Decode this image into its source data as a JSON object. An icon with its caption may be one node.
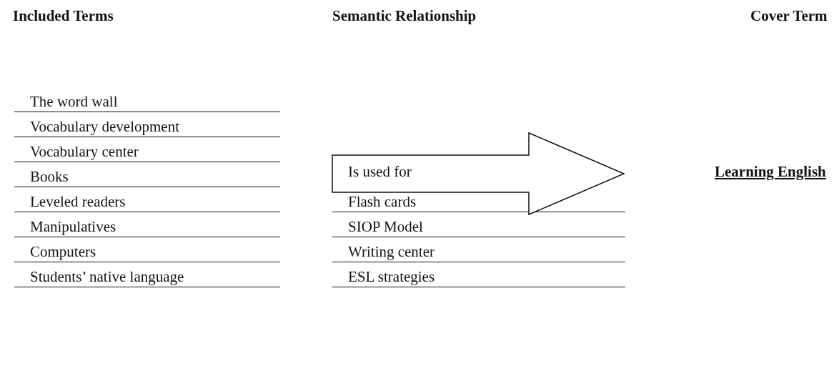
{
  "diagram": {
    "nodes": [
      {
        "text": [
          "Is used for"
        ]
      }
    ],
    "labels": [
      "Included Terms",
      "Semantic Relationship",
      "Cover Term",
      "The word wall",
      "Vocabulary development",
      "Vocabulary center",
      "Books",
      "Leveled readers",
      "Manipulatives",
      "Computers",
      "Students’ native language",
      "Flash cards",
      "SIOP Model",
      "Writing center",
      "ESL strategies",
      "Learning English"
    ]
  }
}
